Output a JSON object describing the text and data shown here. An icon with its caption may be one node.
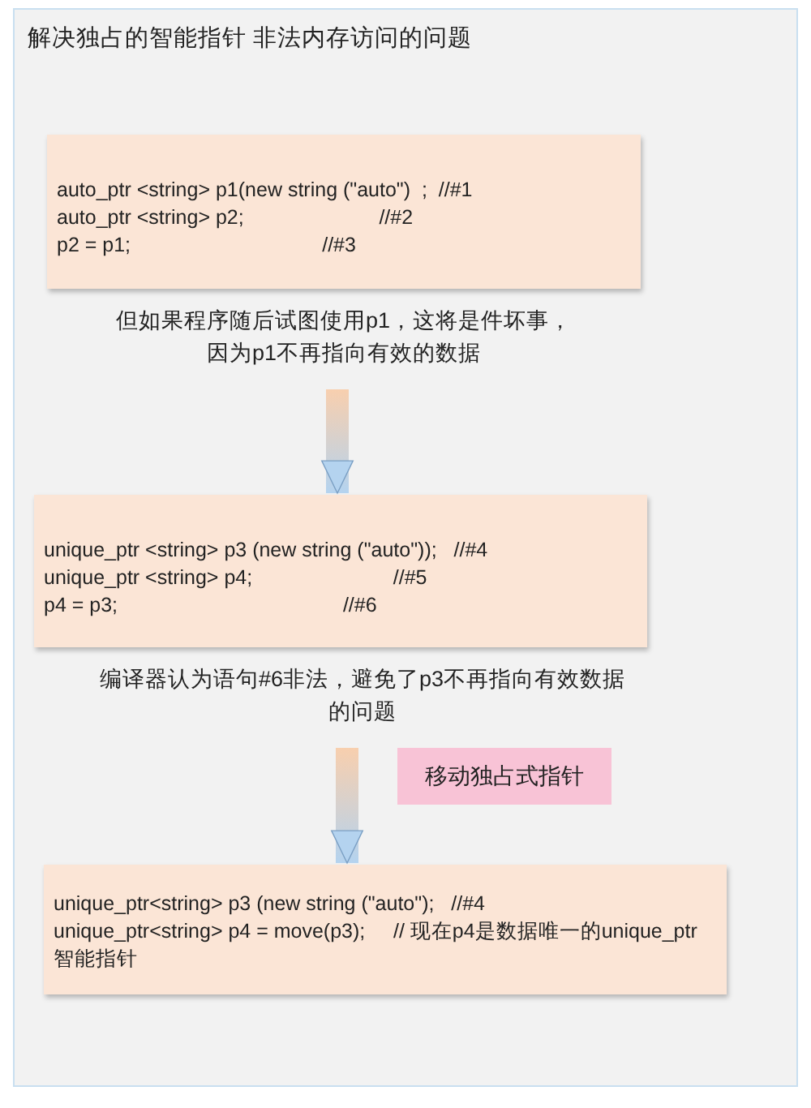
{
  "diagram": {
    "title": "解决独占的智能指针 非法内存访问的问题",
    "nodes": [
      {
        "text": [],
        "shape": "box"
      },
      {
        "text": [
          "auto_ptr <string> p1(new string (\"auto\")  ;  //#1",
          "auto_ptr <string> p2;                        //#2",
          "p2 = p1;                                  //#3"
        ],
        "in": 0,
        "beside": [
          "但如果程序随后试图使用p1，这将是件坏事，因为p1不再指向有效的数据"
        ]
      },
      {
        "text": [
          "unique_ptr <string> p3 (new string (\"auto\"));   //#4",
          "unique_ptr <string> p4;                         //#5",
          "p4 = p3;                                        //#6"
        ],
        "in": 0,
        "beside": [
          "编译器认为语句#6非法，避免了p3不再指向有效数据的问题"
        ]
      },
      {
        "text": [
          "移动独占式指针"
        ],
        "in": 0
      },
      {
        "text": [
          "unique_ptr<string> p3 (new string (\"auto\");   //#4",
          "unique_ptr<string> p4 = move(p3);     // 现在p4是数据唯一的unique_ptr智能指针"
        ],
        "in": 0
      }
    ],
    "edges": [
      {
        "from": 1,
        "to": 2,
        "arrow": "to"
      },
      {
        "from": 2,
        "to": 4,
        "arrow": "to"
      }
    ]
  }
}
